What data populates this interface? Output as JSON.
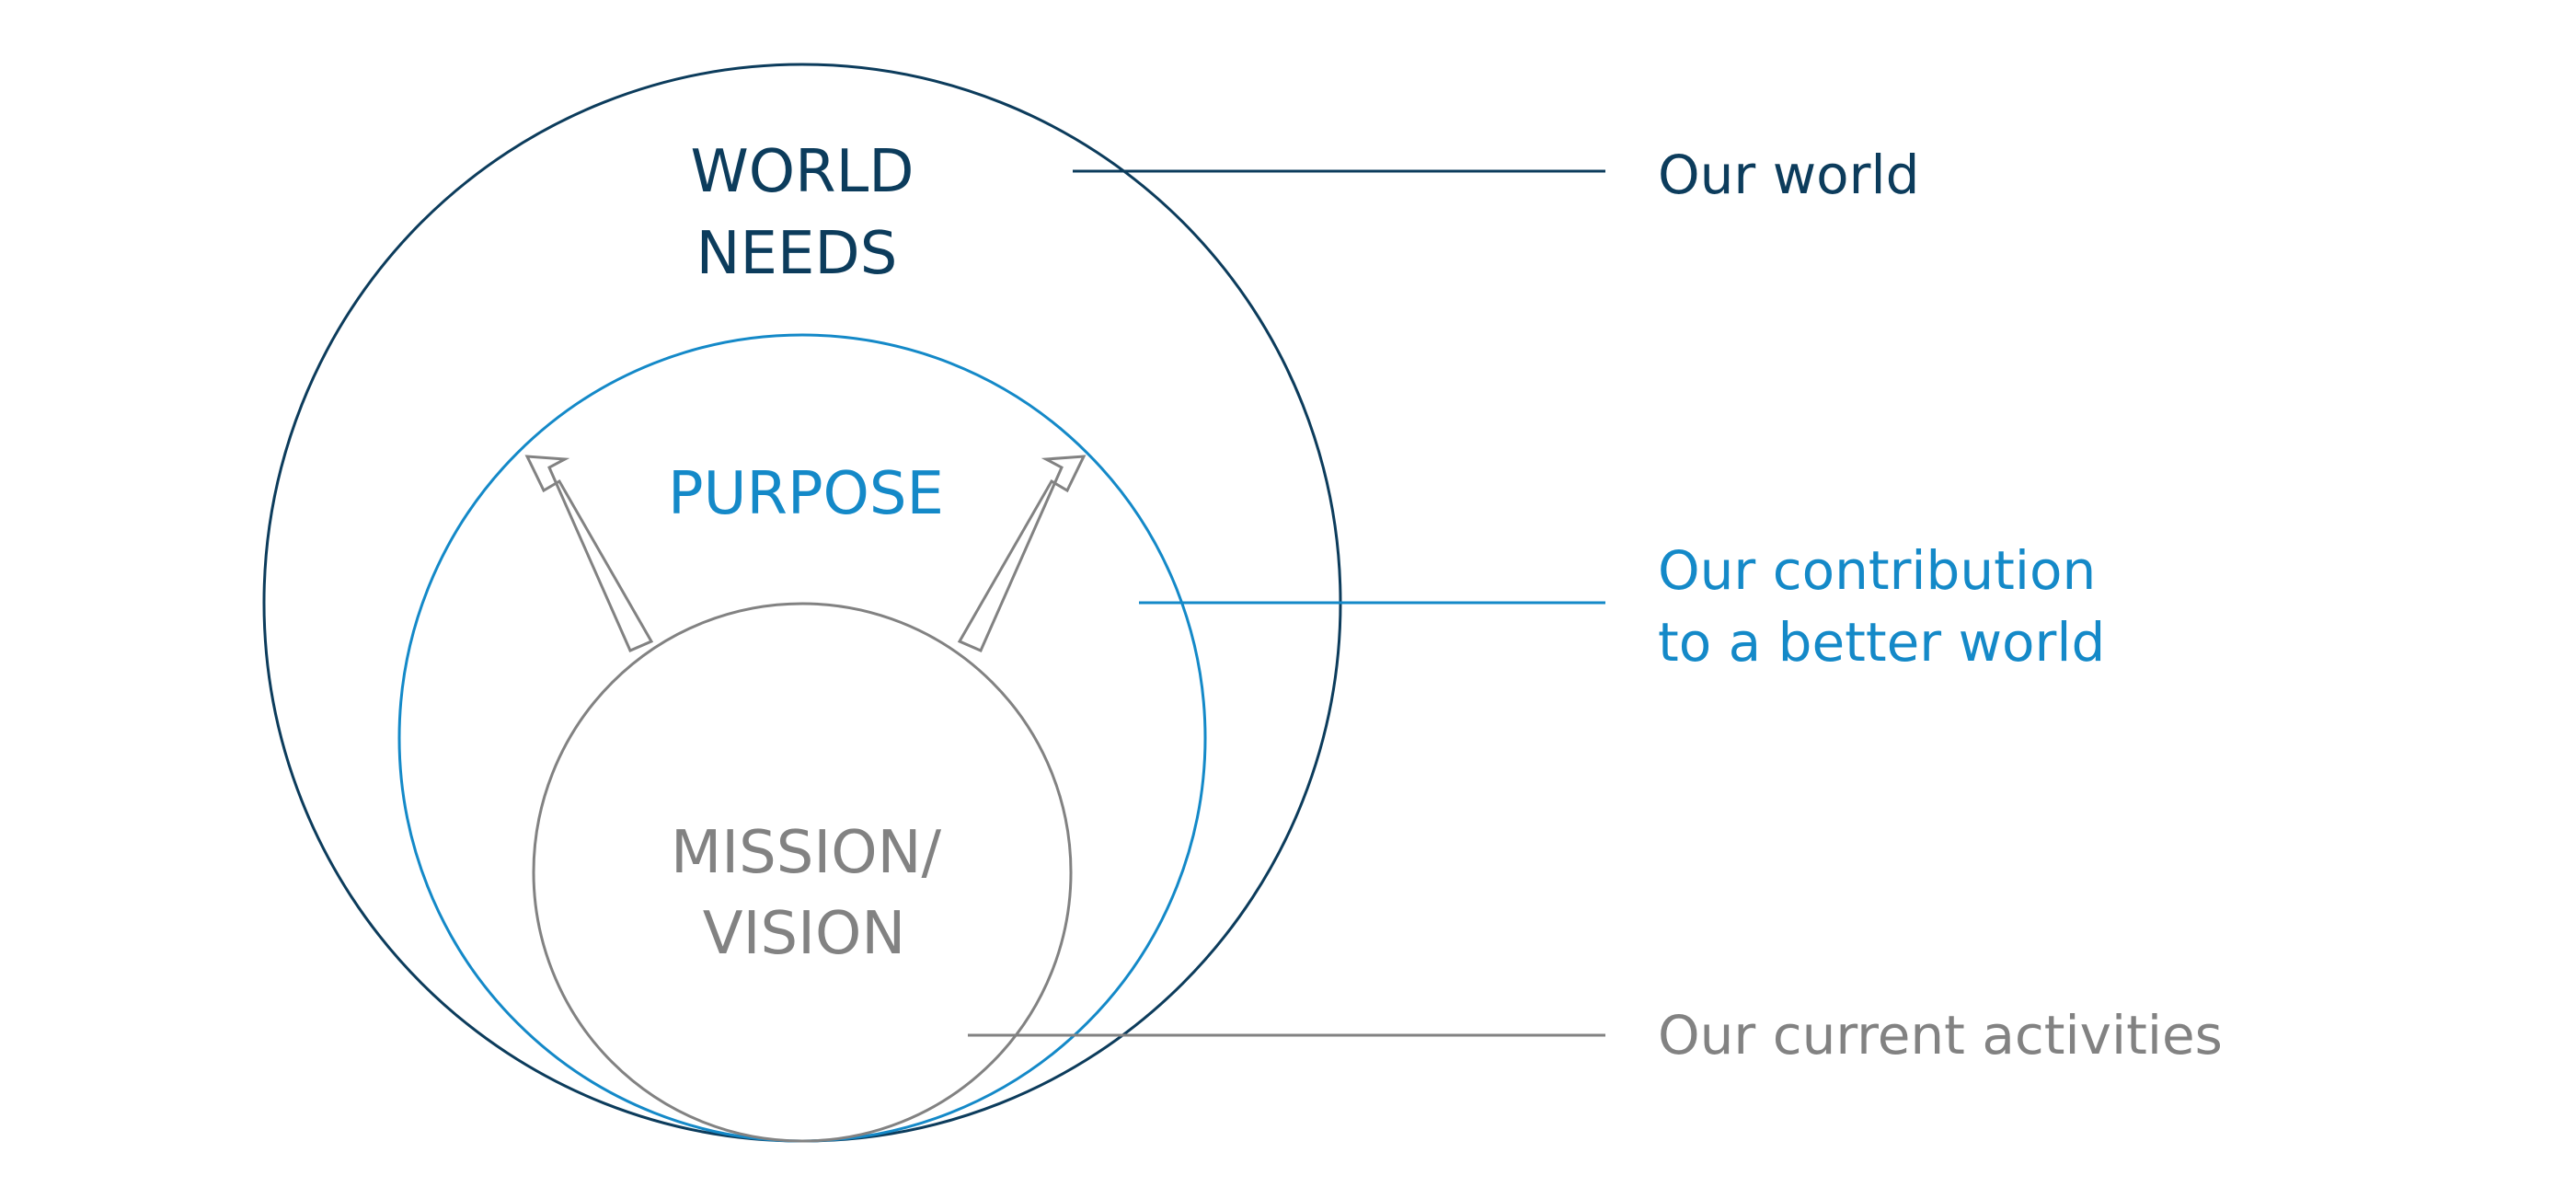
{
  "diagram": {
    "outer": {
      "line1": "WORLD",
      "line2": "NEEDS",
      "label": "Our world",
      "color": "#0c3c5c"
    },
    "middle": {
      "title": "PURPOSE",
      "label_line1": "Our contribution",
      "label_line2": "to a better world",
      "color": "#1489c8"
    },
    "inner": {
      "line1": "MISSION/",
      "line2": "VISION",
      "label": "Our current activities",
      "color": "#828282"
    }
  }
}
